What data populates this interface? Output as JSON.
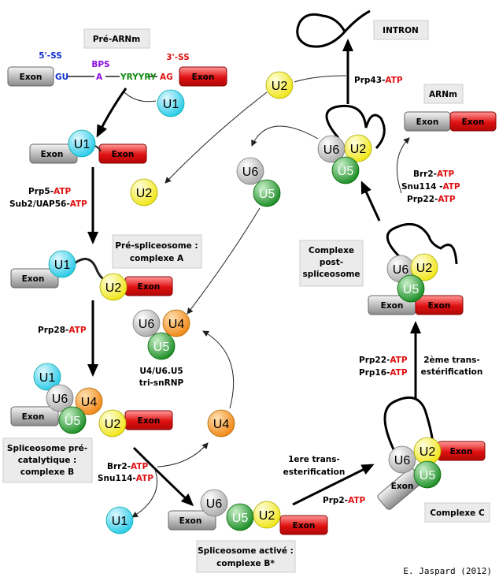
{
  "labels": {
    "pre_arnm": "Pré-ARNm",
    "intron": "INTRON",
    "arnm": "ARNm",
    "ss5": "5'-SS",
    "ss3": "3'-SS",
    "bps": "BPS",
    "gu": "GU",
    "a": "A",
    "yr": "YRYYRY",
    "ag": "AG",
    "exon": "Exon",
    "complexe_a_1": "Pré-spliceosome :",
    "complexe_a_2": "complexe A",
    "post_1": "Complexe",
    "post_2": "post-",
    "post_3": "spliceosome",
    "complexe_b_1": "Spliceosome pré-",
    "complexe_b_2": "catalytique :",
    "complexe_b_3": "complexe B",
    "bstar_1": "Spliceosome activé :",
    "bstar_2": "complexe B*",
    "complexe_c": "Complexe C",
    "tri_1": "U4/U6.U5",
    "tri_2": "tri-snRNP",
    "trans1_1": "1ere trans-",
    "trans1_2": "esterification",
    "trans2_1": "2ème trans-",
    "trans2_2": "estérification",
    "credit": "E. Jaspard (2012)"
  },
  "snrnp": {
    "u1": "U1",
    "u2": "U2",
    "u4": "U4",
    "u5": "U5",
    "u6": "U6"
  },
  "factors": {
    "prp43": "Prp43-",
    "prp5": "Prp5-",
    "sub2": "Sub2/UAP56-",
    "prp28": "Prp28-",
    "brr2": "Brr2-",
    "snu114": "Snu114-",
    "snu114b": "Snu114 -",
    "prp22": "Prp22-",
    "prp16": "Prp16-",
    "prp2": "Prp2-",
    "atp": "ATP"
  },
  "colors": {
    "u1": "#22c8e6",
    "u2": "#f0ea10",
    "u4": "#f08a10",
    "u5": "#1a9a2a",
    "u6": "#b8b8b8",
    "exon_red": "#e01010",
    "exon_grey": "#999999",
    "ss_blue": "#1030d0",
    "bps_purple": "#8a10e0",
    "yr_green": "#108a10",
    "atp_red": "#e01010"
  }
}
